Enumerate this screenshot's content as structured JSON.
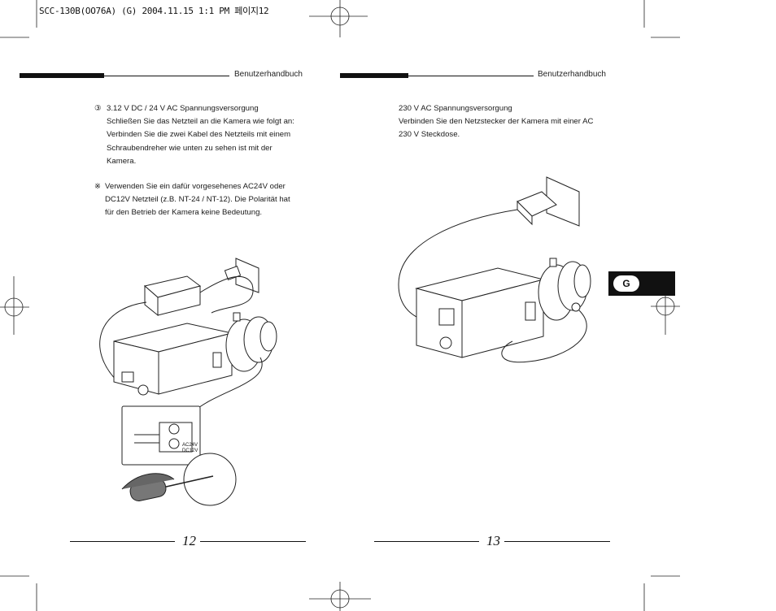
{
  "slug": "SCC-130B(OO76A) (G)   2004.11.15 1:1 PM 페이지12",
  "left_page": {
    "header": "Benutzerhandbuch",
    "step_marker": "③",
    "step_lines": [
      "3.12 V DC / 24 V AC Spannungsversorgung",
      "Schließen Sie das Netzteil an die Kamera wie folgt an:",
      "Verbinden Sie die zwei Kabel des Netzteils mit einem",
      "Schraubendreher wie unten zu sehen ist mit der",
      "Kamera."
    ],
    "note_marker": "※",
    "note_lines": [
      "Verwenden Sie ein dafür vorgesehenes AC24V oder",
      "DC12V Netzteil (z.B. NT-24 / NT-12). Die Polarität hat",
      "für den Betrieb der Kamera keine Bedeutung."
    ],
    "terminal_label_1": "AC24V",
    "terminal_label_2": "DC12V",
    "page_number": "12"
  },
  "right_page": {
    "header": "Benutzerhandbuch",
    "lines": [
      "230 V AC Spannungsversorgung",
      "Verbinden Sie den Netzstecker der Kamera mit einer AC",
      "230 V Steckdose."
    ],
    "tab_letter": "G",
    "page_number": "13"
  }
}
